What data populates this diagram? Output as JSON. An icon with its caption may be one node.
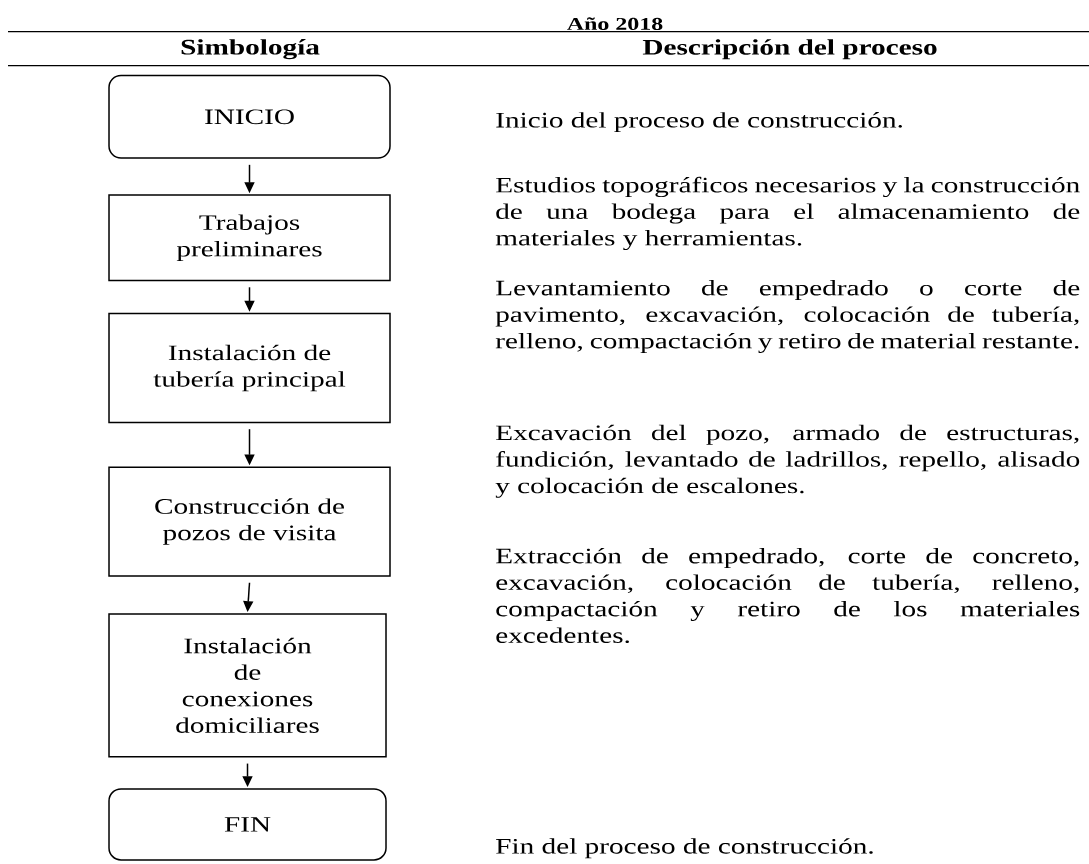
{
  "diagram": {
    "title": "Año 2018",
    "nodes": [
      {
        "text": [
          "INICIO"
        ]
      },
      {
        "text": [
          "Trabajos preliminares"
        ]
      },
      {
        "text": [
          "Instalación de tubería principal"
        ]
      },
      {
        "text": [
          "Construcción de pozos de visita"
        ]
      },
      {
        "text": [
          "Instalación de conexiones domiciliares"
        ]
      },
      {
        "text": [
          "FIN"
        ]
      }
    ],
    "edges": [
      {
        "from": 0,
        "to": 1,
        "arrow": "to"
      },
      {
        "from": 1,
        "to": 2,
        "arrow": "to"
      },
      {
        "from": 2,
        "to": 3,
        "arrow": "to"
      },
      {
        "from": 3,
        "to": 4,
        "arrow": "to"
      },
      {
        "from": 4,
        "to": 5,
        "arrow": "to"
      }
    ],
    "labels": [
      "Simbología",
      "Descripción del proceso",
      "Inicio del proceso de construcción.",
      "Estudios topográficos necesarios y la construcción de una bodega para el almacenamiento de materiales y herramientas.",
      "Levantamiento de empedrado o corte de pavimento, excavación, colocación de tubería, relleno, compactación y retiro de material restante.",
      "Excavación del pozo, armado de estructuras, fundición, levantado de ladrillos, repello, alisado y colocación de escalones.",
      "Extracción de empedrado, corte de concreto, excavación, colocación de tubería, relleno, compactación y retiro de los materiales excedentes.",
      "Fin del proceso de construcción."
    ]
  }
}
